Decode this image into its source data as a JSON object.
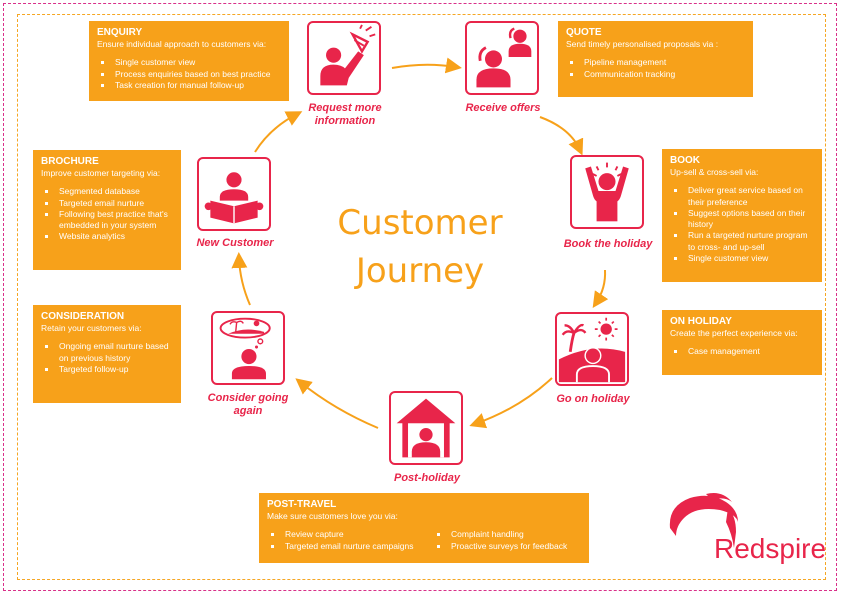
{
  "title": [
    "Customer",
    "Journey"
  ],
  "brand": {
    "name": "Redspire"
  },
  "colors": {
    "accent": "#e8254a",
    "box": "#f7a11a",
    "frame_outer": "#d9308a"
  },
  "stages": [
    {
      "label": "Request more information",
      "icon": "megaphone-person-icon"
    },
    {
      "label": "Receive offers",
      "icon": "phone-call-icon"
    },
    {
      "label": "Book the holiday",
      "icon": "celebrating-person-icon"
    },
    {
      "label": "Go on holiday",
      "icon": "beach-person-icon"
    },
    {
      "label": "Post-holiday",
      "icon": "home-person-icon"
    },
    {
      "label": "Consider going again",
      "icon": "dreaming-person-icon"
    },
    {
      "label": "New Customer",
      "icon": "reading-person-icon"
    }
  ],
  "boxes": {
    "enquiry": {
      "title": "ENQUIRY",
      "intro": "Ensure individual approach to customers via:",
      "items": [
        "Single customer view",
        "Process enquiries based on best practice",
        "Task creation for manual follow-up"
      ]
    },
    "quote": {
      "title": "QUOTE",
      "intro": "Send timely personalised proposals via :",
      "items": [
        "Pipeline management",
        "Communication tracking"
      ]
    },
    "book": {
      "title": "BOOK",
      "intro": "Up-sell & cross-sell via:",
      "items": [
        "Deliver great service based on their preference",
        "Suggest options based on their history",
        "Run a targeted nurture program to cross- and up-sell",
        "Single customer view"
      ]
    },
    "on_holiday": {
      "title": "ON HOLIDAY",
      "intro": "Create the perfect experience via:",
      "items": [
        "Case management"
      ]
    },
    "post_travel": {
      "title": "POST-TRAVEL",
      "intro": "Make sure customers love you via:",
      "items_left": [
        "Review capture",
        "Targeted email nurture campaigns"
      ],
      "items_right": [
        "Complaint handling",
        "Proactive surveys for feedback"
      ]
    },
    "consideration": {
      "title": "CONSIDERATION",
      "intro": "Retain your customers via:",
      "items": [
        "Ongoing email nurture based on previous history",
        "Targeted follow-up"
      ]
    },
    "brochure": {
      "title": "BROCHURE",
      "intro": "Improve customer targeting via:",
      "items": [
        "Segmented database",
        "Targeted email nurture",
        "Following best practice that's embedded in your system",
        "Website analytics"
      ]
    }
  }
}
